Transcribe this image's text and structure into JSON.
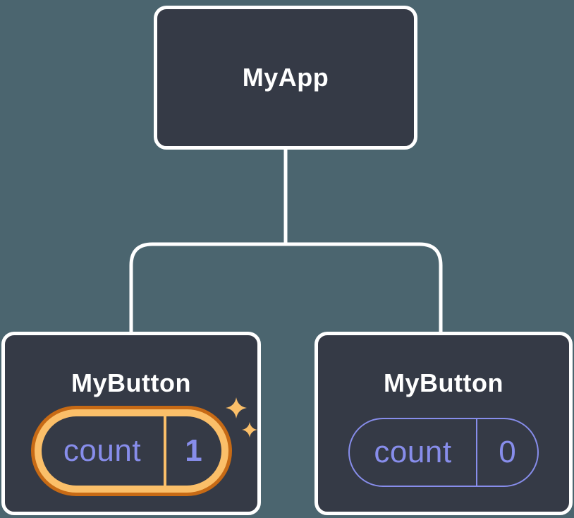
{
  "colors": {
    "background": "#4B656F",
    "card_fill": "#353A46",
    "card_border": "#FFFFFF",
    "connector": "#FFFFFF",
    "state_text": "#878DEB",
    "state_border": "#878DEB",
    "highlight_outer": "#C76A15",
    "highlight_inner": "#FBBF69",
    "sparkle": "#FBBF69"
  },
  "icons": {
    "sparkle_large": "four-point-star",
    "sparkle_small": "four-point-star"
  },
  "tree": {
    "root": {
      "label": "MyApp"
    },
    "children": [
      {
        "label": "MyButton",
        "state_name": "count",
        "state_value": "1",
        "highlighted": true
      },
      {
        "label": "MyButton",
        "state_name": "count",
        "state_value": "0",
        "highlighted": false
      }
    ]
  }
}
